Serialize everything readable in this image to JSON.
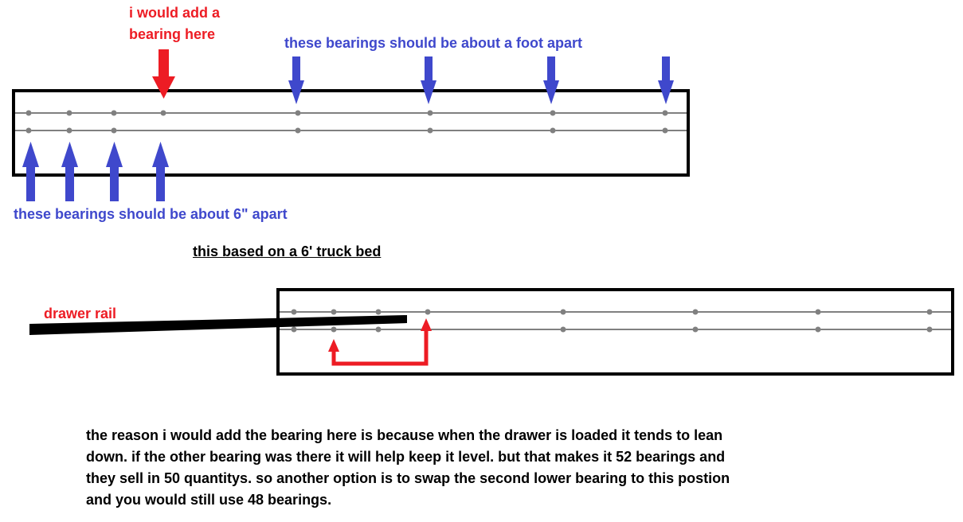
{
  "labels": {
    "add_bearing": [
      "i would add a",
      "bearing here"
    ],
    "foot_apart": "these bearings should be about a foot apart",
    "six_inch_apart": "these bearings should be about 6\" apart",
    "caption": "this based on a 6' truck bed",
    "drawer_rail": "drawer rail",
    "explanation": [
      "the reason i would add the bearing here is because when the drawer is loaded it tends to lean",
      "down. if the other bearing was there it will help keep it level. but that makes it 52 bearings and",
      "they sell in 50 quantitys. so another option is to swap the second lower bearing to this postion",
      "and you would still use 48 bearings."
    ]
  },
  "colors": {
    "red": "#ed1c24",
    "blue": "#3f48cc",
    "outline": "#000000",
    "bearing": "#808080"
  }
}
